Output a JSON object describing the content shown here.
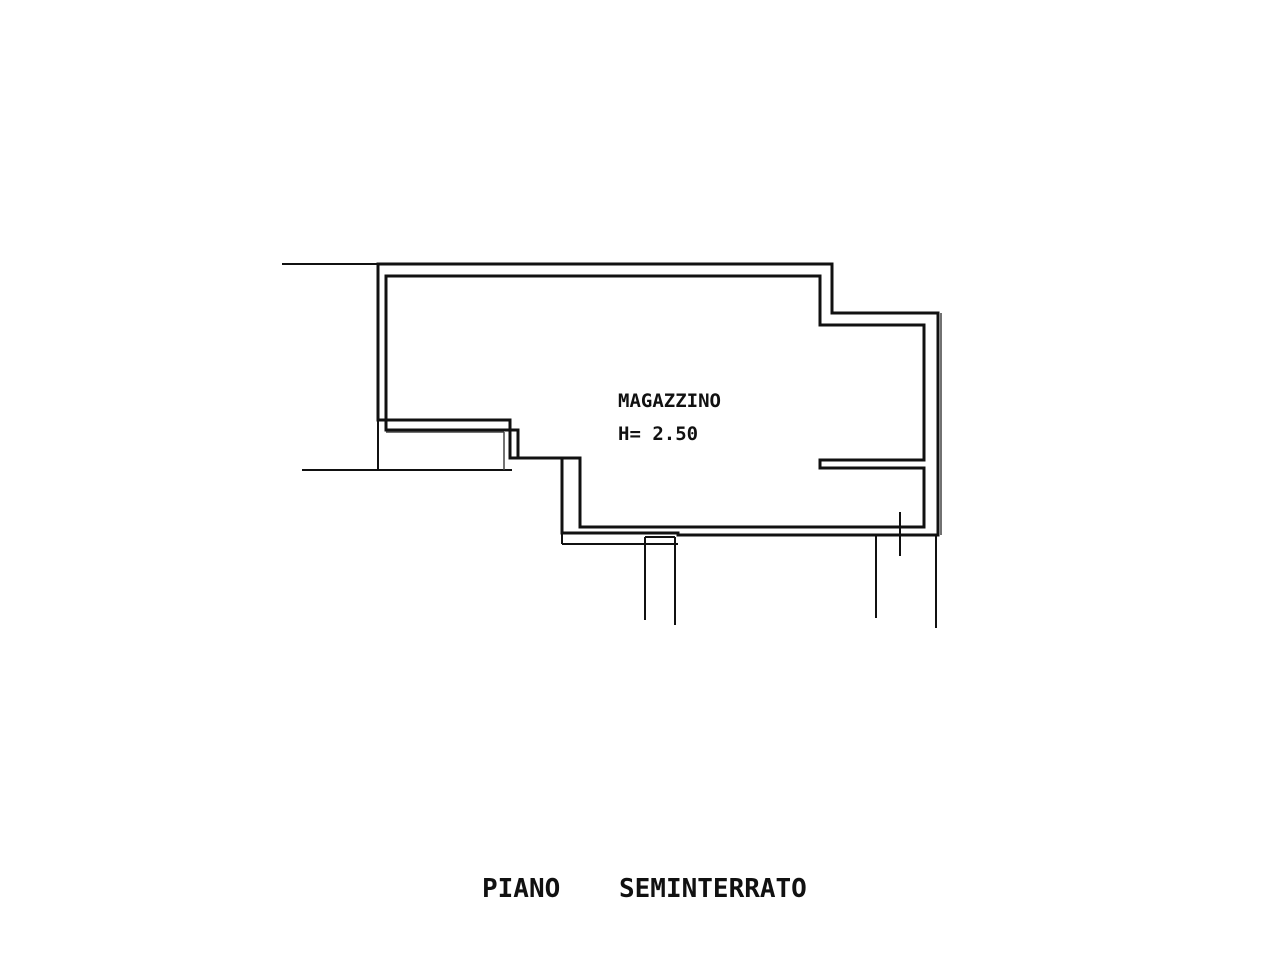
{
  "plan": {
    "room_name": "MAGAZZINO",
    "room_height": "H= 2.50",
    "floor_title_word1": "PIANO",
    "floor_title_word2": "SEMINTERRATO"
  },
  "colors": {
    "ink": "#111111",
    "paper": "#ffffff"
  }
}
